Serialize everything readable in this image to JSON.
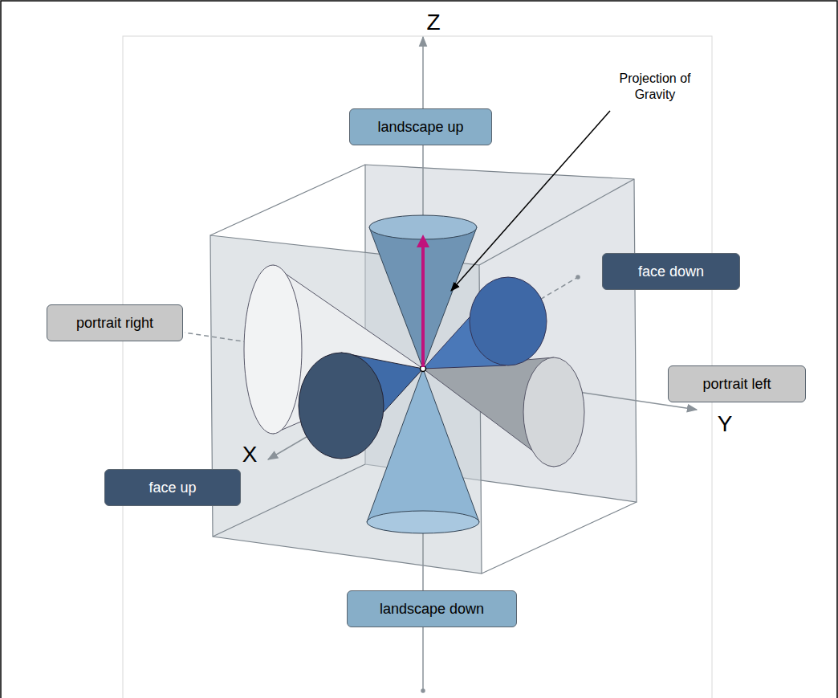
{
  "diagram": {
    "nodes": [
      {
        "text": [
          "landscape up"
        ]
      },
      {
        "text": [
          "face down"
        ]
      },
      {
        "text": [
          "portrait right"
        ]
      },
      {
        "text": [
          "portrait left"
        ]
      },
      {
        "text": [
          "face up"
        ]
      },
      {
        "text": [
          "landscape down"
        ]
      }
    ],
    "labels": [
      "Z",
      "Projection of Gravity",
      "X",
      "Y"
    ]
  }
}
